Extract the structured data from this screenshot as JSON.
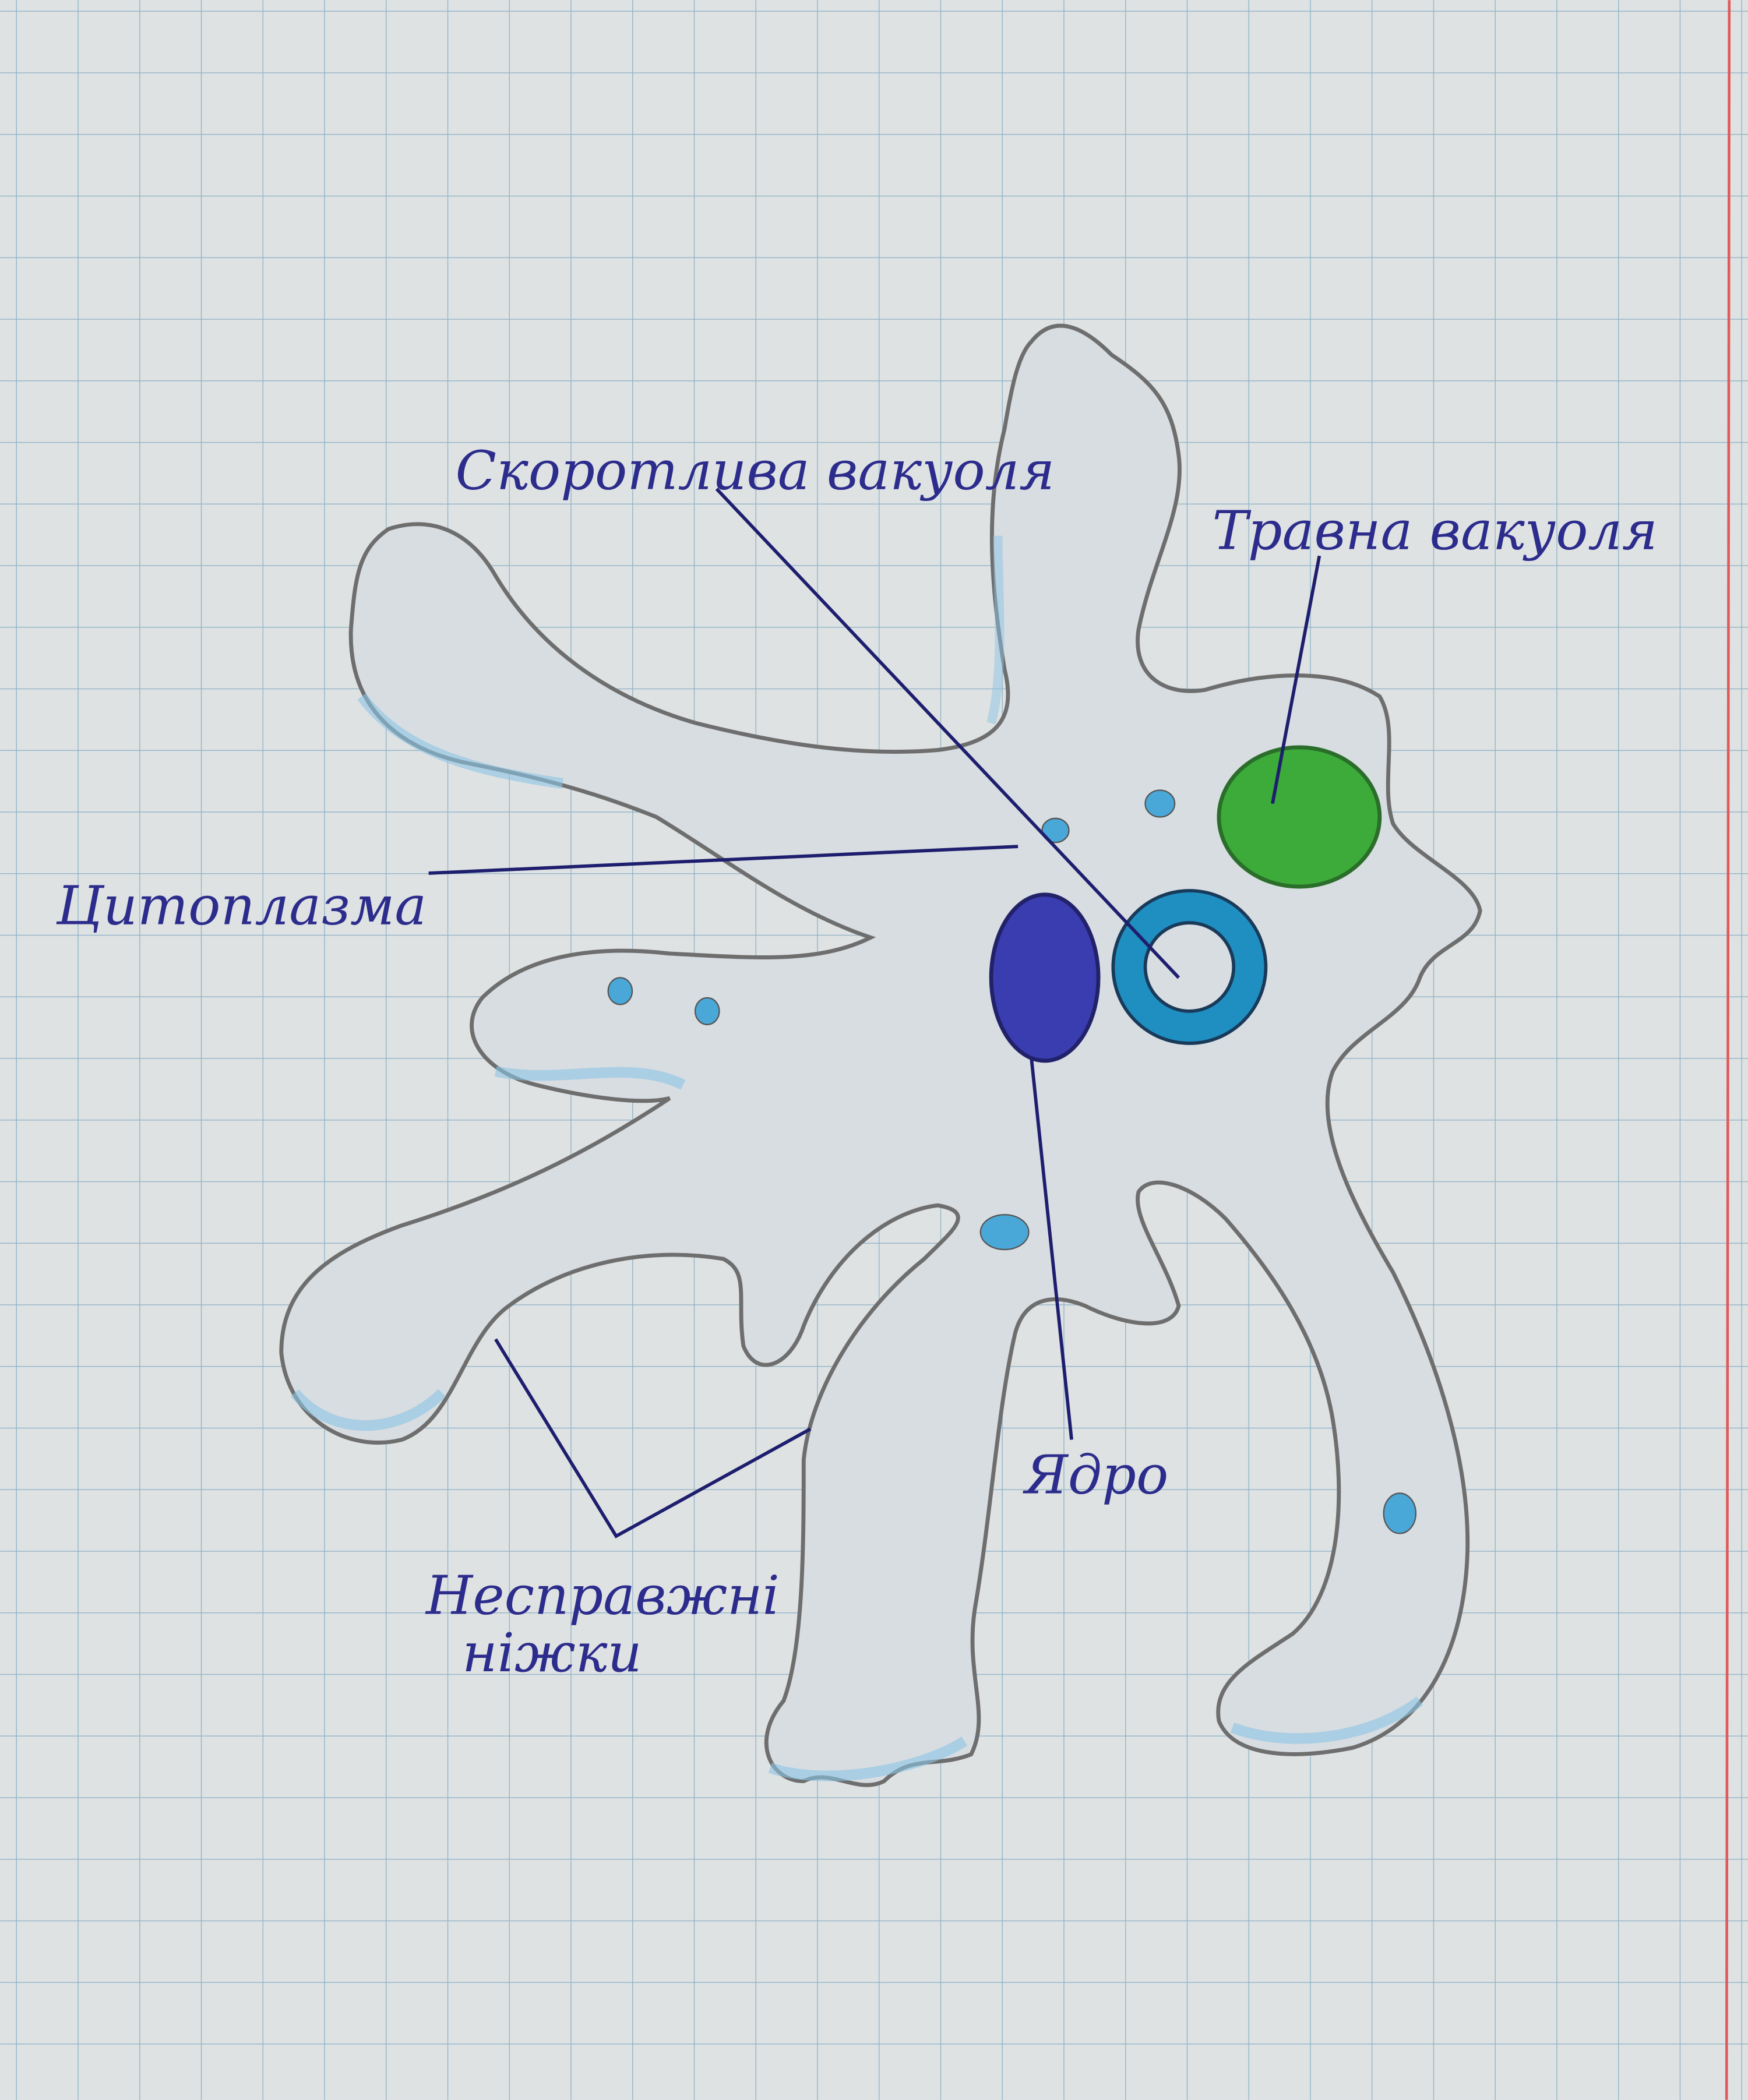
{
  "diagram": {
    "labels": {
      "contractile_vacuole": "Скоротлива вакуоля",
      "digestive_vacuole": "Травна вакуоля",
      "cytoplasm": "Цитоплазма",
      "nucleus": "Ядро",
      "pseudopodia_line1": "Несправжні",
      "pseudopodia_line2": "ніжки"
    },
    "colors": {
      "paper": "#dfe2e3",
      "grid": "#8fb4c8",
      "margin": "#e05a5a",
      "outline": "#6e6e6e",
      "ink": "#2c2c8c",
      "nucleus": "#3a3db0",
      "contractile_vacuole": "#1e8fc0",
      "digestive_vacuole": "#3cab3a",
      "shading": "#8cc4e4"
    }
  }
}
